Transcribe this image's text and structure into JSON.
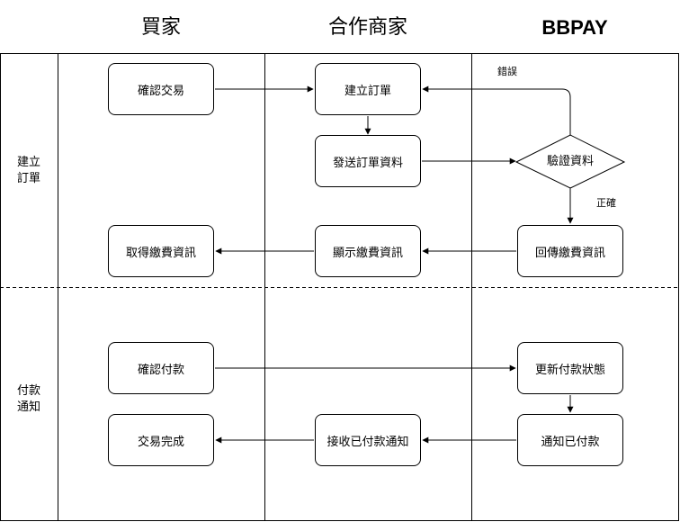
{
  "lanes": {
    "buyer": "買家",
    "merchant": "合作商家",
    "bbpay": "BBPAY"
  },
  "phases": {
    "create_order": "建立\n訂單",
    "payment_notice": "付款\n通知"
  },
  "nodes": {
    "confirm_trade": "確認交易",
    "create_order": "建立訂單",
    "send_order_data": "發送訂單資料",
    "verify_data": "驗證資料",
    "get_payment_info": "取得繳費資訊",
    "show_payment_info": "顯示繳費資訊",
    "return_payment_info": "回傳繳費資訊",
    "confirm_payment": "確認付款",
    "update_payment_status": "更新付款狀態",
    "trade_complete": "交易完成",
    "receive_paid_notice": "接收已付款通知",
    "notify_paid": "通知已付款"
  },
  "edge_labels": {
    "error": "錯誤",
    "correct": "正確"
  }
}
